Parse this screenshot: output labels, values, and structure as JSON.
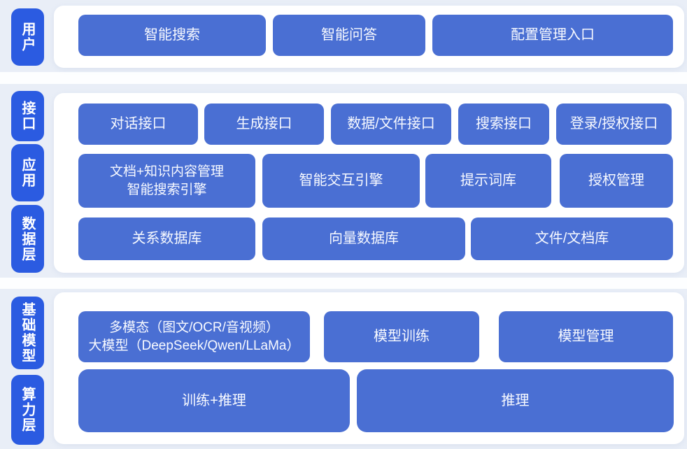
{
  "colors": {
    "background": "#e9eef7",
    "panel": "#ffffff",
    "side_label_blue": "#2b5be1",
    "block_blue": "#4a6fd3",
    "block_text": "#f8faff"
  },
  "diagram": {
    "side_labels": [
      "用户",
      "接口",
      "应用",
      "数据层",
      "基础模型",
      "算力层"
    ],
    "row_user": [
      "智能搜索",
      "智能问答",
      "配置管理入口"
    ],
    "row_interface": [
      "对话接口",
      "生成接口",
      "数据/文件接口",
      "搜索接口",
      "登录/授权接口"
    ],
    "row_application": [
      "文档+知识内容管理\n智能搜索引擎",
      "智能交互引擎",
      "提示词库",
      "授权管理"
    ],
    "row_data": [
      "关系数据库",
      "向量数据库",
      "文件/文档库"
    ],
    "row_model": [
      "多模态（图文/OCR/音视频）\n大模型（DeepSeek/Qwen/LLaMa）",
      "模型训练",
      "模型管理"
    ],
    "row_compute": [
      "训练+推理",
      "推理"
    ]
  }
}
